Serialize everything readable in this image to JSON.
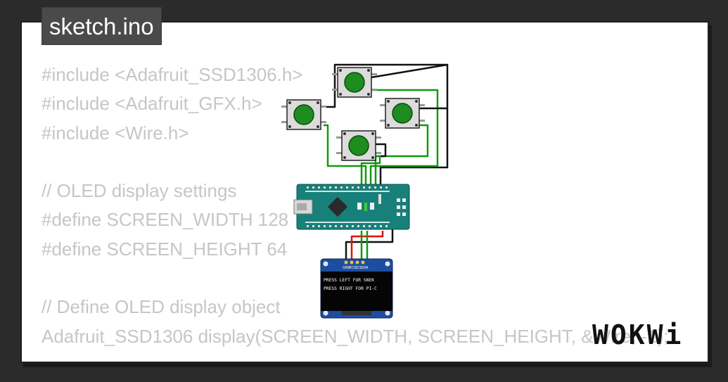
{
  "tab": {
    "title": "sketch.ino"
  },
  "code_lines": [
    "#include <Adafruit_SSD1306.h>",
    "#include <Adafruit_GFX.h>",
    "#include <Wire.h>",
    "",
    "// OLED display settings",
    "#define SCREEN_WIDTH 128",
    "#define SCREEN_HEIGHT 64",
    "",
    "// Define OLED display object",
    "Adafruit_SSD1306 display(SCREEN_WIDTH, SCREEN_HEIGHT, &Wire, -1);"
  ],
  "oled": {
    "pins": [
      "GND",
      "VCC",
      "SCL",
      "SDA"
    ],
    "line1": "PRESS LEFT FOR SNEK",
    "line2": "PRESS RIGHT FOR PI-C"
  },
  "logo": {
    "text": "WOKWi"
  },
  "colors": {
    "button_green": "#1e8c1e",
    "wire_green": "#119911",
    "wire_black": "#111111",
    "wire_red": "#e01010",
    "board_teal": "#18807a",
    "oled_blue": "#1c4da0"
  }
}
